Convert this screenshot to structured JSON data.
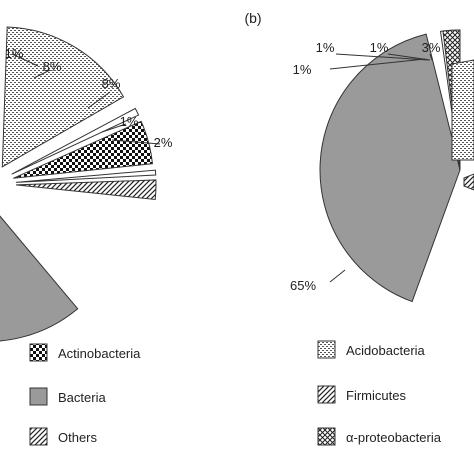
{
  "panel_label": "(b)",
  "chart_data": [
    {
      "type": "pie",
      "slices": [
        {
          "category": "Bacteria",
          "value": null,
          "label": "",
          "pattern": "gray"
        },
        {
          "category": "",
          "value": 1,
          "label": "1%",
          "pattern": "white"
        },
        {
          "category": "",
          "value": 8,
          "label": "8%",
          "pattern": "dots"
        },
        {
          "category": "Actinobacteria",
          "value": 8,
          "label": "8%",
          "pattern": "checker"
        },
        {
          "category": "",
          "value": 1,
          "label": "1%",
          "pattern": "white"
        },
        {
          "category": "",
          "value": 2,
          "label": "2%",
          "pattern": "diag"
        }
      ]
    },
    {
      "type": "pie",
      "slices": [
        {
          "category": "",
          "value": 65,
          "label": "65%",
          "pattern": "gray"
        },
        {
          "category": "",
          "value": 1,
          "label": "1%",
          "pattern": "white"
        },
        {
          "category": "",
          "value": 1,
          "label": "1%",
          "pattern": "white"
        },
        {
          "category": "",
          "value": 1,
          "label": "1%",
          "pattern": "white"
        },
        {
          "category": "α-proteobacteria",
          "value": 3,
          "label": "3%",
          "pattern": "crosshatch"
        }
      ]
    }
  ],
  "legend_left": [
    {
      "label": "Actinobacteria",
      "pattern": "checker"
    },
    {
      "label": "Bacteria",
      "pattern": "gray"
    },
    {
      "label": "Others",
      "pattern": "diag"
    }
  ],
  "legend_right": [
    {
      "label": "Acidobacteria",
      "pattern": "dots"
    },
    {
      "label": "Firmicutes",
      "pattern": "diag"
    },
    {
      "label": "α-proteobacteria",
      "pattern": "crosshatch"
    }
  ],
  "colors": {
    "gray": "#9a9a9a",
    "outline": "#333333",
    "background": "#ffffff"
  }
}
